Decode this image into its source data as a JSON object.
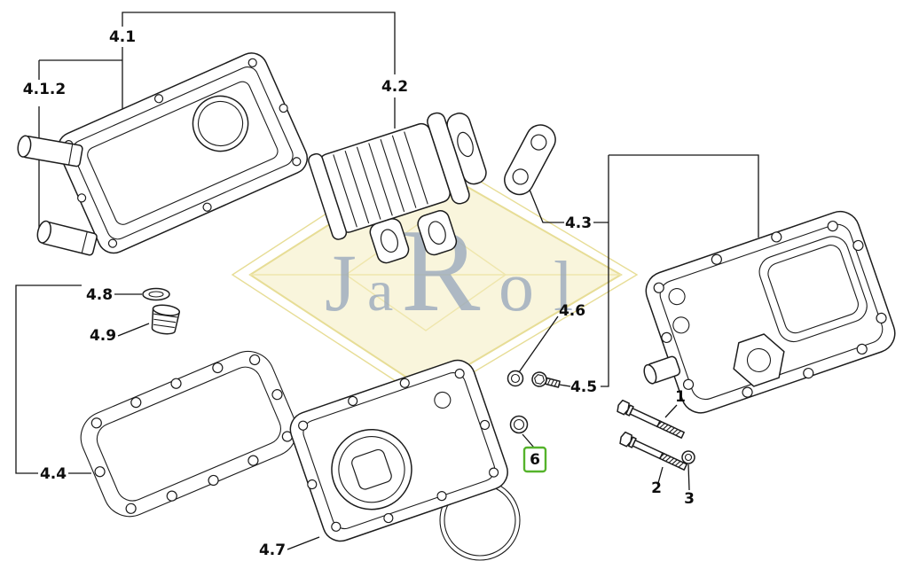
{
  "watermark": {
    "letters": [
      "J",
      "a",
      "R",
      "o",
      "l"
    ]
  },
  "colors": {
    "line": "#1c1c1c",
    "label_text": "#0d0d0d",
    "highlight_green": "#55b32b",
    "watermark_fill": "#f9f5dc",
    "watermark_outline": "#e7dd96",
    "watermark_text": "#98a8bc"
  },
  "callouts": {
    "c41": "4.1",
    "c412": "4.1.2",
    "c42": "4.2",
    "c43": "4.3",
    "c44": "4.4",
    "c45": "4.5",
    "c46": "4.6",
    "c47": "4.7",
    "c48": "4.8",
    "c49": "4.9",
    "b1": "1",
    "b2": "2",
    "b3": "3",
    "sel6": "6"
  }
}
